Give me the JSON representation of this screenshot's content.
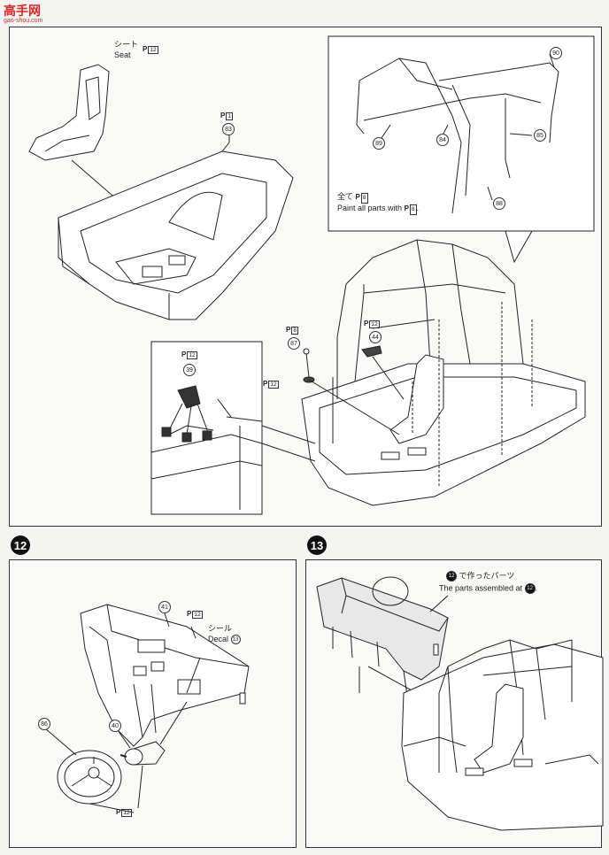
{
  "watermark": {
    "title": "高手网",
    "url": "gao-shou.com"
  },
  "main": {
    "seat_jp": "シート",
    "seat_en": "Seat",
    "paint_jp": "全て",
    "paint_en": "Paint all parts with",
    "parts": {
      "p83": "83",
      "p84": "84",
      "p85": "85",
      "p88": "88",
      "p89": "89",
      "p90": "90",
      "p87": "87",
      "p44": "44",
      "p39": "39"
    },
    "paint_refs": {
      "seat": "12",
      "tub": "1",
      "cage": "8",
      "lever": "8",
      "lever_base": "12",
      "bracket": "12",
      "pedals": "12"
    }
  },
  "step12": {
    "number": "12",
    "decal_jp": "シール",
    "decal_en": "Decal",
    "decal_num": "13",
    "parts": {
      "p41": "41",
      "p86": "86",
      "p40": "40"
    },
    "paint_refs": {
      "dash": "12",
      "wheel": "12"
    }
  },
  "step13": {
    "number": "13",
    "made_in_jp": "で作ったパーツ",
    "assembled_en": "The parts assembled at",
    "step_ref": "12"
  },
  "paint_prefix": "P"
}
